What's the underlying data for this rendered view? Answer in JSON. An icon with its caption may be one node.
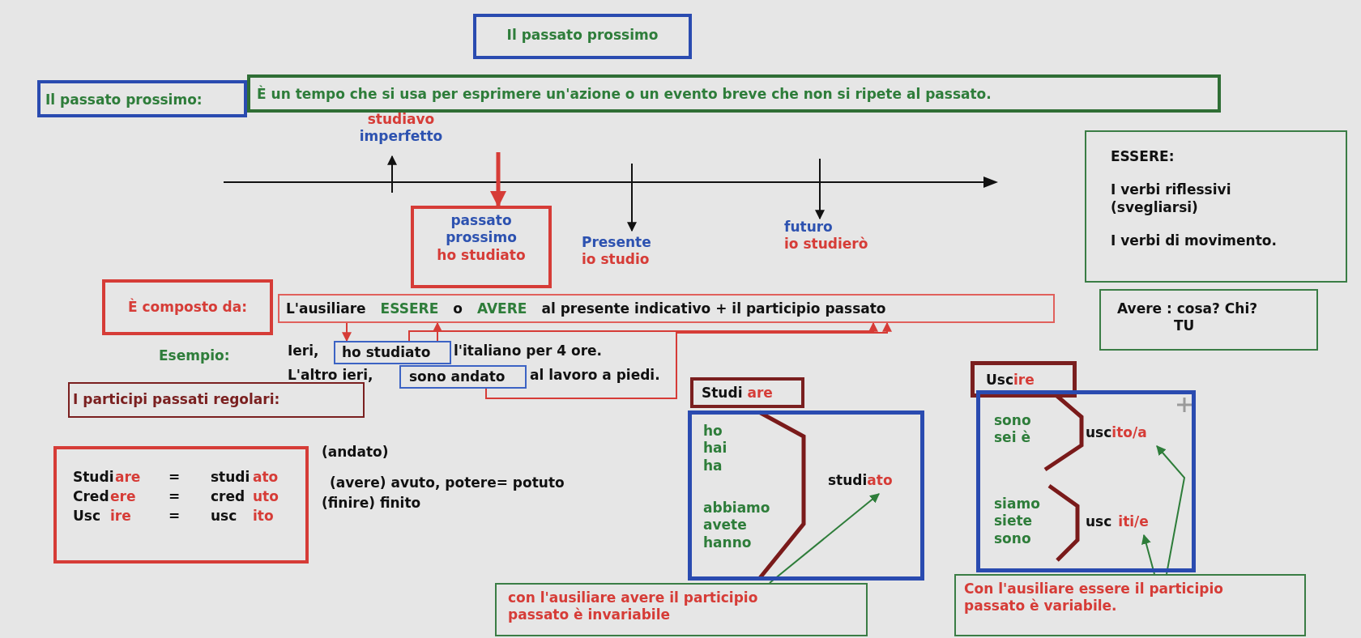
{
  "diagram": {
    "nodes": [
      {
        "text": [
          "Il passato prossimo"
        ]
      },
      {
        "text": [
          "Il passato prossimo:"
        ]
      },
      {
        "text": [
          "È un tempo che si usa per esprimere un'azione o un evento breve che non si ripete al passato."
        ]
      },
      {
        "text": [
          "studiavo",
          "imperfetto"
        ]
      },
      {
        "text": [
          "passato prossimo",
          "ho studiato"
        ]
      },
      {
        "text": [
          "Presente",
          "io studio"
        ]
      },
      {
        "text": [
          "futuro",
          "io studierò"
        ]
      },
      {
        "text": [
          "ESSERE:",
          "I verbi riflessivi (svegliarsi)",
          "I verbi di movimento."
        ]
      },
      {
        "text": [
          "Avere : cosa? Chi?",
          "TU"
        ]
      },
      {
        "text": [
          "È composto da:"
        ]
      },
      {
        "text": [
          "L'ausiliare",
          "ESSERE",
          "o",
          "AVERE",
          "al presente indicativo + il participio passato"
        ]
      },
      {
        "text": [
          "ho studiato"
        ]
      },
      {
        "text": [
          "sono andato"
        ]
      },
      {
        "text": [
          "I participi passati regolari:"
        ]
      },
      {
        "text": [
          "Studi",
          "are",
          "=",
          "studi",
          "ato",
          "Cred",
          "ere",
          "=",
          "cred",
          "uto",
          "Usc",
          "ire",
          "=",
          "usc",
          "ito"
        ]
      },
      {
        "text": [
          "Studi",
          "are"
        ]
      },
      {
        "text": [
          "ho hai ha",
          "abbiamo avete hanno"
        ]
      },
      {
        "text": [
          "studi",
          "ato"
        ],
        "in": 16
      },
      {
        "text": [
          "con l'ausiliare avere il participio passato è invariabile"
        ]
      },
      {
        "text": [
          "Usc",
          "ire"
        ]
      },
      {
        "text": [
          "sono sei è",
          "siamo siete sono"
        ]
      },
      {
        "text": [
          "usc",
          "ito/a"
        ],
        "in": 20
      },
      {
        "text": [
          "usc",
          "iti/e"
        ],
        "in": 20
      },
      {
        "text": [
          "Con l'ausiliare essere il participio passato è variabile."
        ]
      }
    ],
    "edges": [
      {
        "from": null,
        "to": 3,
        "arrow": "to",
        "color": "#111111"
      },
      {
        "from": null,
        "to": 4,
        "arrow": "to",
        "style": "thick",
        "color": "#d63c37"
      },
      {
        "from": null,
        "to": 5,
        "arrow": "to",
        "color": "#111111"
      },
      {
        "from": null,
        "to": 6,
        "arrow": "to",
        "color": "#111111"
      },
      {
        "from": 10,
        "to": 11,
        "arrow": "to",
        "color": "#d63c37"
      },
      {
        "from": 11,
        "to": 10,
        "arrow": "to",
        "color": "#d63c37"
      },
      {
        "from": 11,
        "to": 10,
        "arrow": "to",
        "color": "#d63c37"
      },
      {
        "from": 12,
        "to": 10,
        "arrow": "to",
        "color": "#d63c37"
      },
      {
        "from": 18,
        "to": 17,
        "arrow": "to",
        "color": "#2e7d3a"
      },
      {
        "from": 23,
        "to": 21,
        "arrow": "to",
        "color": "#2e7d3a"
      },
      {
        "from": 23,
        "to": 22,
        "arrow": "to",
        "color": "#2e7d3a"
      }
    ],
    "labels": [
      "Esempio:",
      "Ieri,",
      "l'italiano per 4 ore.",
      "L'altro ieri,",
      "al lavoro a piedi.",
      "(andato)",
      "(avere) avuto, potere= potuto",
      "(finire) finito"
    ]
  }
}
